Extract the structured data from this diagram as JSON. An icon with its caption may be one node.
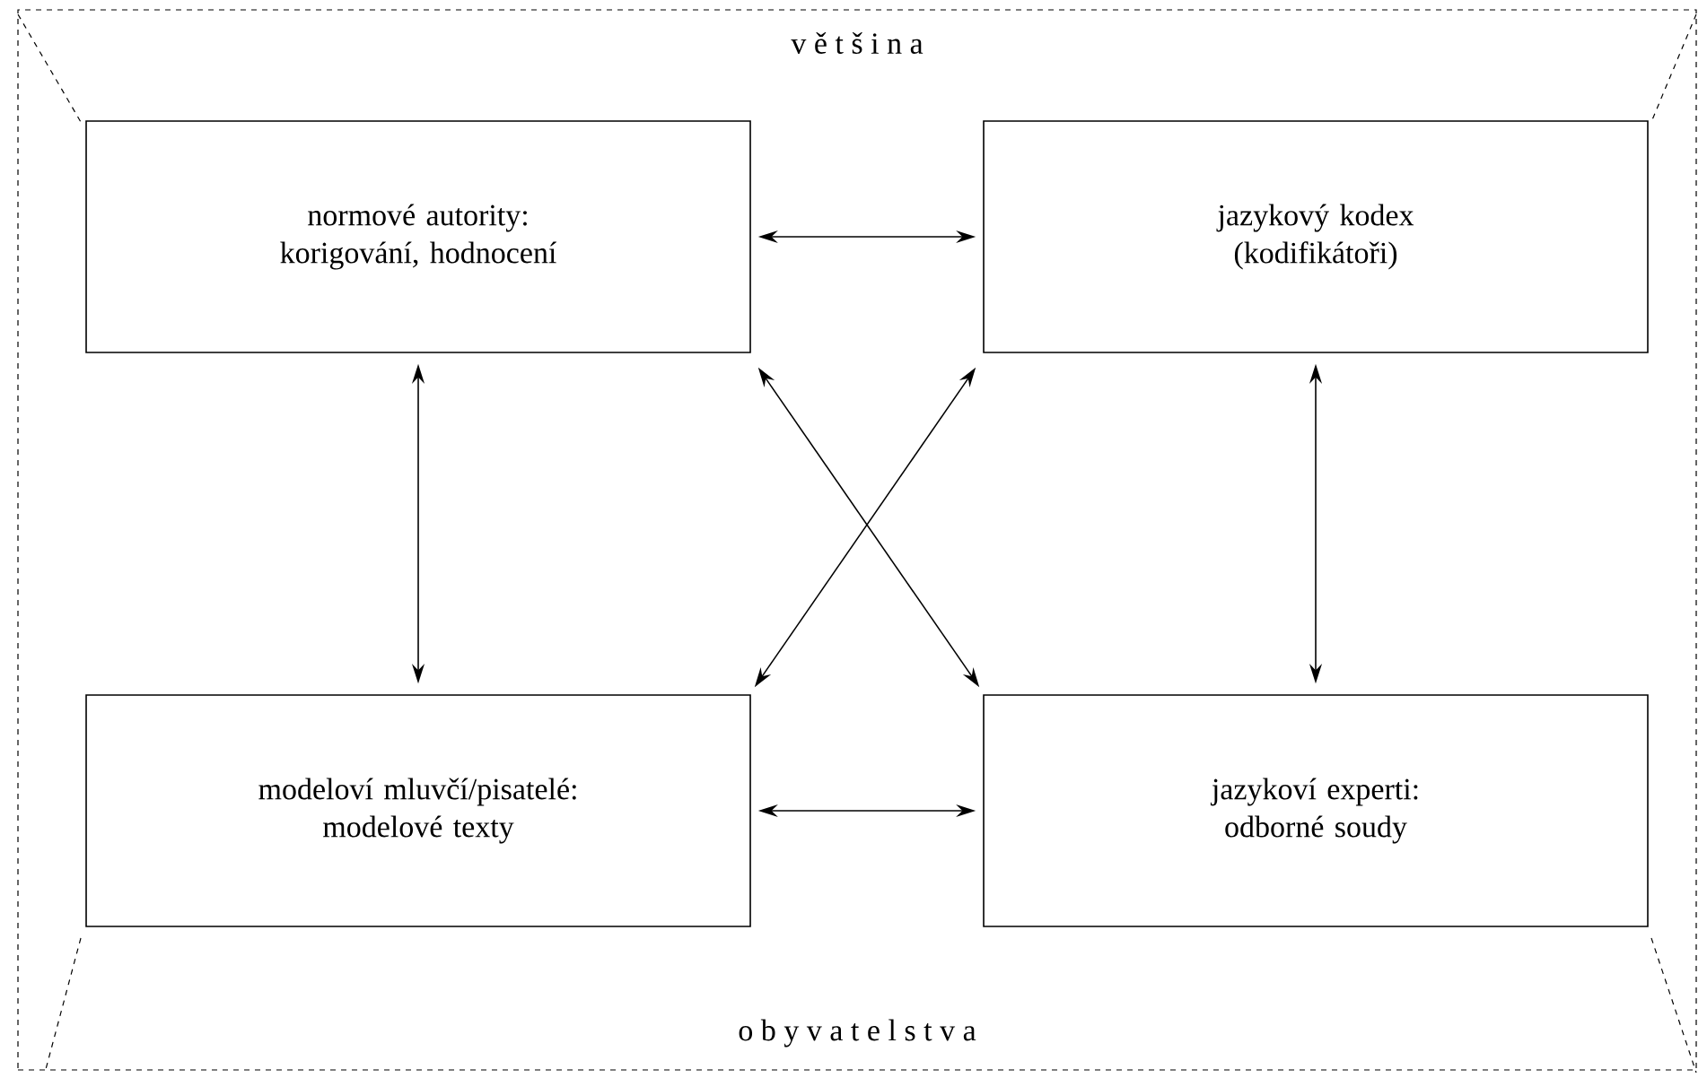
{
  "diagram": {
    "nodes": [
      {
        "text": [
          "v ě t š i n a",
          "o b y v a t e l s t v a"
        ]
      },
      {
        "text": [
          "normové autority: korigování, hodnocení"
        ],
        "in": 0
      },
      {
        "text": [
          "jazykový kodex (kodifikátoři)"
        ],
        "in": 0
      },
      {
        "text": [
          "modeloví mluvčí/pisatelé: modelové texty"
        ],
        "in": 0
      },
      {
        "text": [
          "jazykoví experti: odborné soudy"
        ],
        "in": 0
      }
    ],
    "edges": [
      {
        "from": 1,
        "to": 2,
        "arrow": "both"
      },
      {
        "from": 1,
        "to": 3,
        "arrow": "both"
      },
      {
        "from": 2,
        "to": 4,
        "arrow": "both"
      },
      {
        "from": 1,
        "to": 4,
        "arrow": "both"
      },
      {
        "from": 2,
        "to": 3,
        "arrow": "both"
      },
      {
        "from": 3,
        "to": 4,
        "arrow": "both"
      }
    ]
  }
}
